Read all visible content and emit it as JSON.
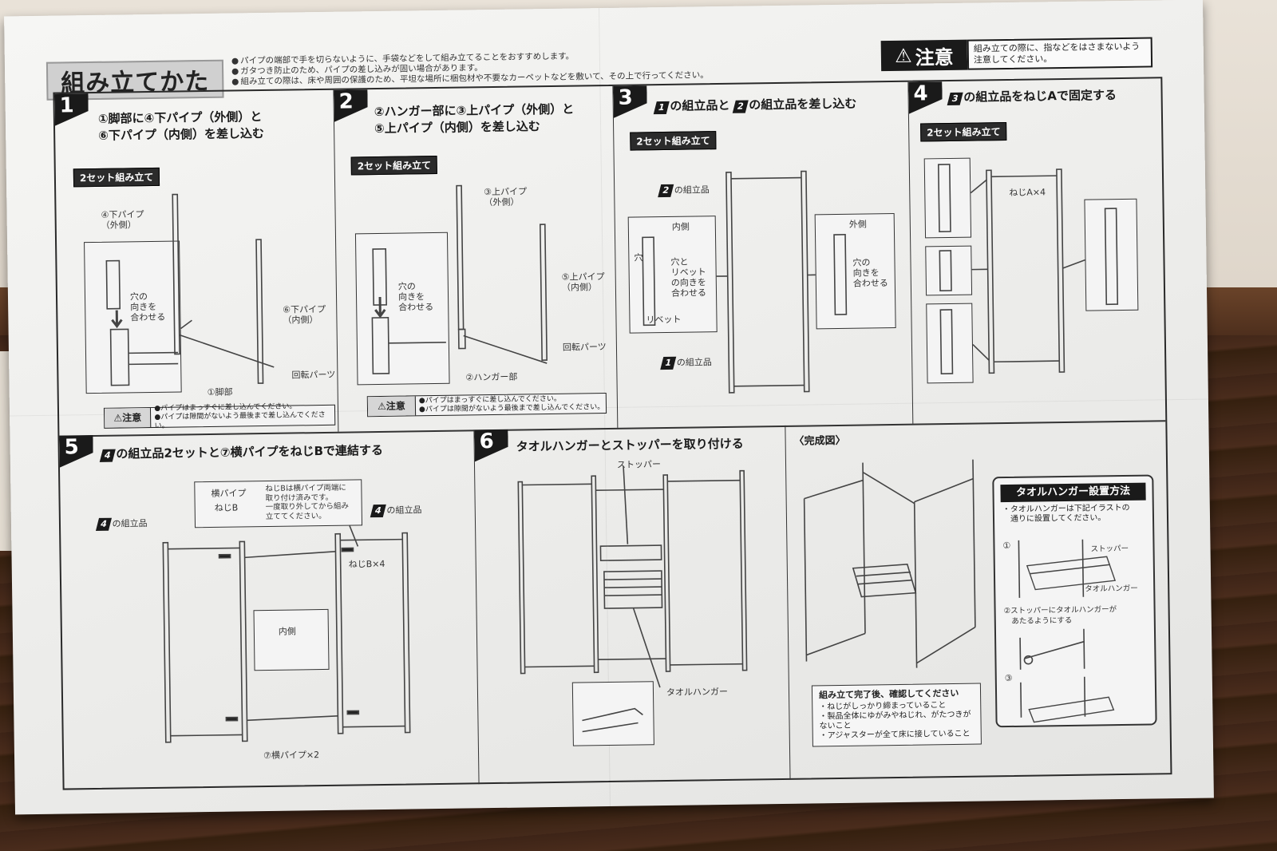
{
  "header": {
    "title": "組み立てかた",
    "notes": [
      "パイプの端部で手を切らないように、手袋などをして組み立てることをおすすめします。",
      "ガタつき防止のため、パイプの差し込みが固い場合があります。",
      "組み立ての際は、床や周囲の保護のため、平坦な場所に梱包材や不要なカーペットなどを敷いて、その上で行ってください。"
    ],
    "caution_label": "注意",
    "caution_text": "組み立ての際に、指などをはさまないよう注意してください。"
  },
  "steps": {
    "s1": {
      "number": "1",
      "title_line1": "①脚部に④下パイプ（外側）と",
      "title_line2": "⑥下パイプ（内側）を差し込む",
      "tag": "2セット組み立て",
      "labels": {
        "outer_pipe": "④下パイプ\n（外側）",
        "hole": "穴の\n向きを\n合わせる",
        "inner_pipe": "⑥下パイプ\n（内側）",
        "rotate": "回転パーツ",
        "leg": "①脚部"
      },
      "caution_head": "注意",
      "caution_lines": [
        "パイプはまっすぐに差し込んでください。",
        "パイプは隙間がないよう最後まで差し込んでください。"
      ]
    },
    "s2": {
      "number": "2",
      "title_line1": "②ハンガー部に③上パイプ（外側）と",
      "title_line2": "⑤上パイプ（内側）を差し込む",
      "tag": "2セット組み立て",
      "labels": {
        "upper_outer": "③上パイプ\n（外側）",
        "hole": "穴の\n向きを\n合わせる",
        "upper_inner": "⑤上パイプ\n（内側）",
        "rotate": "回転パーツ",
        "hanger": "②ハンガー部"
      },
      "caution_head": "注意",
      "caution_lines": [
        "パイプはまっすぐに差し込んでください。",
        "パイプは隙間がないよう最後まで差し込んでください。"
      ]
    },
    "s3": {
      "number": "3",
      "ref_a": "1",
      "title_a": "の組立品と",
      "ref_b": "2",
      "title_b": "の組立品を差し込む",
      "tag": "2セット組み立て",
      "labels": {
        "assembly2": "の組立品",
        "inner": "内側",
        "hole": "穴",
        "align": "穴と\nリベット\nの向きを\n合わせる",
        "rivet": "リベット",
        "outer": "外側",
        "align2": "穴の\n向きを\n合わせる",
        "assembly1": "の組立品"
      }
    },
    "s4": {
      "number": "4",
      "ref": "3",
      "title": "の組立品をねじAで固定する",
      "tag": "2セット組み立て",
      "labels": {
        "screw": "ねじA×4"
      }
    },
    "s5": {
      "number": "5",
      "ref": "4",
      "title": "の組立品2セットと⑦横パイプをねじBで連結する",
      "labels": {
        "assembly_left": "の組立品",
        "assembly_right": "の組立品",
        "h_pipe": "横パイプ",
        "screw_b": "ねじB",
        "note": "ねじBは横パイプ両端に\n取り付け済みです。\n一度取り外してから組み\n立ててください。",
        "screw_count": "ねじB×4",
        "inner": "内側",
        "pipes": "⑦横パイプ×2"
      }
    },
    "s6": {
      "number": "6",
      "title": "タオルハンガーとストッパーを取り付ける",
      "labels": {
        "stopper": "ストッパー",
        "towel_hanger": "タオルハンガー"
      }
    },
    "complete": {
      "title": "〈完成図〉",
      "check_title": "組み立て完了後、確認してください",
      "check_items": [
        "・ねじがしっかり締まっていること",
        "・製品全体にゆがみやねじれ、がたつきがないこと",
        "・アジャスターが全て床に接していること"
      ],
      "howto_title": "タオルハンガー設置方法",
      "howto_intro": "・タオルハンガーは下記イラストの\n　通りに設置してください。",
      "howto_step1": "①",
      "howto_stopper": "ストッパー",
      "howto_hanger": "タオルハンガー",
      "howto_step2": "②ストッパーにタオルハンガーが\n　あたるようにする",
      "howto_step3": "③"
    }
  }
}
